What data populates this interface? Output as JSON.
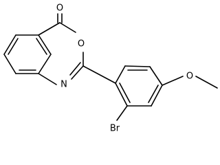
{
  "structure": {
    "atoms": {
      "carbonyl_oxygen": "O",
      "ring_oxygen": "O",
      "ring_nitrogen": "N",
      "bromine": "Br",
      "methoxy_oxygen": "O"
    }
  }
}
